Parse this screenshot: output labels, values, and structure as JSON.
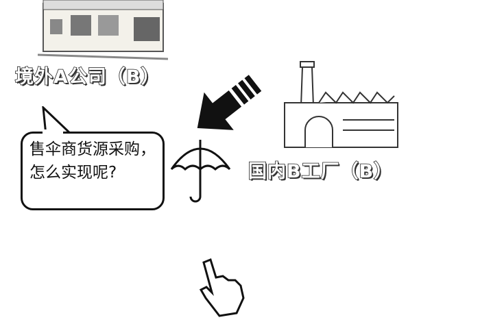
{
  "labels": {
    "foreign_company": "境外A公司（B）",
    "domestic_factory": "国内B工厂（B）"
  },
  "bubble": {
    "text": "售伞商货源采购，怎么实现呢?"
  },
  "icons": [
    "storefront-icon",
    "arrow-up-left-icon",
    "factory-icon",
    "umbrella-icon",
    "pointing-hand-icon",
    "speech-bubble-icon"
  ]
}
